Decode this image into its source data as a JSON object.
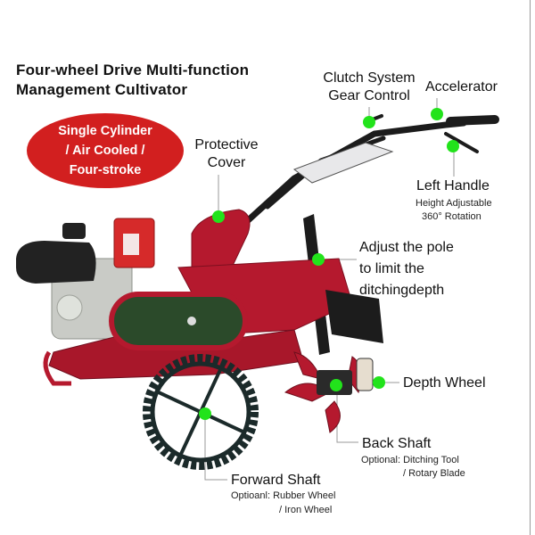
{
  "title": {
    "line1": "Four-wheel Drive Multi-function",
    "line2": "Management Cultivator"
  },
  "badge": {
    "line1": "Single Cylinder",
    "line2": "/ Air Cooled /",
    "line3": "Four-stroke",
    "color": "#d21f1f"
  },
  "callouts": {
    "protective_cover": {
      "line1": "Protective",
      "line2": "Cover"
    },
    "clutch": {
      "line1": "Clutch System",
      "line2": "Gear Control"
    },
    "accelerator": {
      "label": "Accelerator"
    },
    "left_handle": {
      "label": "Left Handle",
      "sub1": "Height Adjustable",
      "sub2": "360° Rotation"
    },
    "adjust_pole": {
      "line1": "Adjust the pole",
      "line2": "to limit the",
      "line3": "ditchingdepth"
    },
    "depth_wheel": {
      "label": "Depth Wheel"
    },
    "back_shaft": {
      "label": "Back Shaft",
      "sub1": "Optional: Ditching Tool",
      "sub2": "/ Rotary Blade"
    },
    "forward_shaft": {
      "label": "Forward Shaft",
      "sub1": "Optioanl: Rubber Wheel",
      "sub2": "/ Iron Wheel"
    }
  },
  "colors": {
    "marker": "#22e31b",
    "machine_red": "#b5192e",
    "leader_line": "#9a9a9a"
  }
}
